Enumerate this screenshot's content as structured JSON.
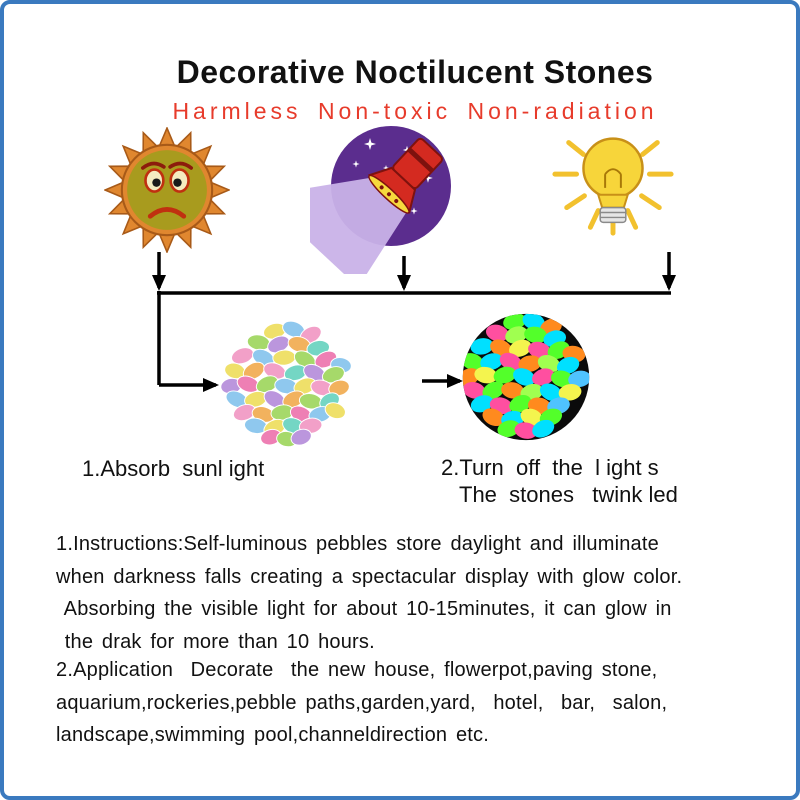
{
  "colors": {
    "border-blue": "#3a7abf",
    "accent-red": "#e73b2b",
    "text-black": "#111111",
    "night-purple": "#5b2d8e",
    "flashlight-red": "#d42a20",
    "beam-lavender": "#c9b2e8",
    "sun-orange": "#e0872f",
    "bulb-yellow": "#f7d53a"
  },
  "header": {
    "title": "Decorative Noctilucent Stones",
    "subtitle": "Harmless Non-toxic Non-radiation"
  },
  "flow": {
    "icons": [
      {
        "name": "sad-sun-icon"
      },
      {
        "name": "flashlight-night-icon"
      },
      {
        "name": "light-bulb-icon"
      }
    ],
    "images": {
      "day_stones": "colorful-pebbles-image",
      "night_stones": "glowing-pebbles-image"
    }
  },
  "steps": {
    "step1": "1.Absorb  sunl ight",
    "step2_line1": "2.Turn  off  the  l ight s",
    "step2_line2": "The  stones   twink led"
  },
  "instructions": {
    "lines": [
      "1.Instructions:Self-luminous pebbles store daylight and illuminate",
      "when darkness falls creating a spectacular display with glow color.",
      " Absorbing the visible light for about 10-15minutes, it can glow in",
      " the drak for more than 10 hours."
    ]
  },
  "application": {
    "lines": [
      "2.Application  Decorate  the new house, flowerpot,paving stone,",
      "aquarium,rockeries,pebble paths,garden,yard,  hotel,  bar,  salon,",
      "landscape,swimming pool,channeldirection etc."
    ]
  }
}
